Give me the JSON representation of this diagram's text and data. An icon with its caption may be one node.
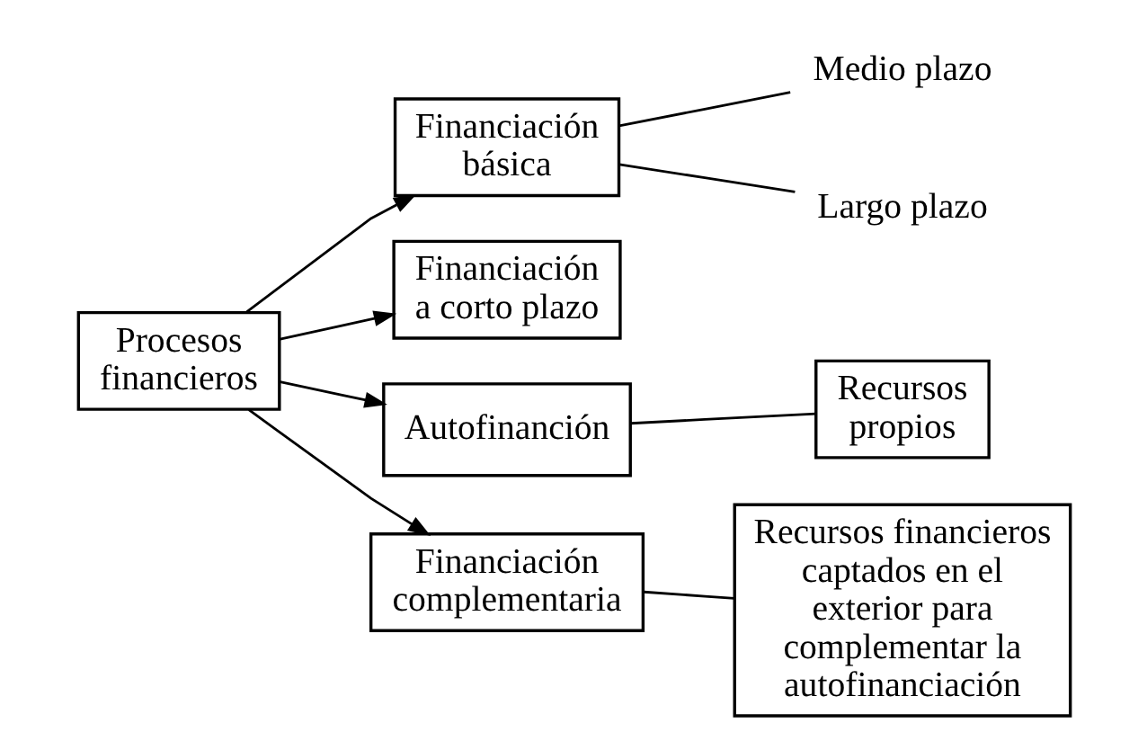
{
  "diagram": {
    "nodes": [
      {
        "text": [
          "Procesos financieros"
        ]
      },
      {
        "text": [
          "Financiación básica"
        ]
      },
      {
        "text": [
          "Medio plazo"
        ]
      },
      {
        "text": [
          "Largo plazo"
        ]
      },
      {
        "text": [
          "Financiación a corto plazo"
        ]
      },
      {
        "text": [
          "Autofinanción"
        ]
      },
      {
        "text": [
          "Recursos propios"
        ]
      },
      {
        "text": [
          "Financiación complementaria"
        ]
      },
      {
        "text": [
          "Recursos financieros captados en el exterior para complementar la autofinanciación"
        ]
      }
    ],
    "edges": [
      {
        "from": 0,
        "to": 1,
        "arrow": "to"
      },
      {
        "from": 0,
        "to": 4,
        "arrow": "to"
      },
      {
        "from": 0,
        "to": 5,
        "arrow": "to"
      },
      {
        "from": 0,
        "to": 7,
        "arrow": "to"
      },
      {
        "from": 1,
        "to": 2,
        "arrow": "none"
      },
      {
        "from": 1,
        "to": 3,
        "arrow": "none"
      },
      {
        "from": 5,
        "to": 6,
        "arrow": "none"
      },
      {
        "from": 7,
        "to": 8,
        "arrow": "none"
      }
    ]
  }
}
